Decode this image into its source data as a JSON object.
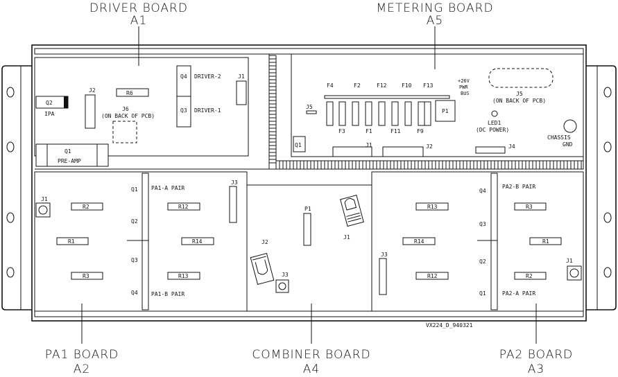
{
  "callouts": {
    "driver_title": "DRIVER BOARD",
    "driver_ref": "A1",
    "metering_title": "METERING BOARD",
    "metering_ref": "A5",
    "pa1_title": "PA1 BOARD",
    "pa1_ref": "A2",
    "combiner_title": "COMBINER BOARD",
    "combiner_ref": "A4",
    "pa2_title": "PA2 BOARD",
    "pa2_ref": "A3"
  },
  "driver": {
    "q2": "Q2",
    "ipa": "IPA",
    "j2": "J2",
    "r6": "R6",
    "j6": "J6",
    "j6_note": "(ON BACK OF PCB)",
    "q4": "Q4",
    "driver2": "DRIVER-2",
    "q3": "Q3",
    "driver1": "DRIVER-1",
    "j1": "J1",
    "q1": "Q1",
    "preamp": "PRE-AMP"
  },
  "metering": {
    "f4": "F4",
    "f2": "F2",
    "f12": "F12",
    "f10": "F10",
    "f13": "F13",
    "bus1": "+26V",
    "bus2": "PWR",
    "bus3": "BUS",
    "j5_top": "J5",
    "j5_note": "(ON BACK OF PCB)",
    "j5_left": "J5",
    "p1": "P1",
    "f3": "F3",
    "f1": "F1",
    "f11": "F11",
    "f9": "F9",
    "led": "LED1",
    "dcpower": "(DC POWER)",
    "q1": "Q1",
    "j1": "J1",
    "j2": "J2",
    "j4": "J4",
    "chassis1": "CHASSIS",
    "chassis2": "GND"
  },
  "pa1": {
    "j1": "J1",
    "r2": "R2",
    "r1": "R1",
    "r3": "R3",
    "q1": "Q1",
    "q2": "Q2",
    "q3": "Q3",
    "q4": "Q4",
    "pair_a": "PA1-A PAIR",
    "pair_b": "PA1-B PAIR",
    "r12": "R12",
    "r14": "R14",
    "r13": "R13",
    "j3": "J3"
  },
  "combiner": {
    "p1": "P1",
    "j1": "J1",
    "j2": "J2",
    "j3": "J3"
  },
  "pa2": {
    "j3": "J3",
    "r13": "R13",
    "r14": "R14",
    "r12": "R12",
    "q4": "Q4",
    "q3": "Q3",
    "q2": "Q2",
    "q1": "Q1",
    "pair_b": "PA2-B PAIR",
    "pair_a": "PA2-A PAIR",
    "r3": "R3",
    "r1": "R1",
    "r2": "R2",
    "j1": "J1"
  },
  "drawing_id": "VX224_D_940321"
}
